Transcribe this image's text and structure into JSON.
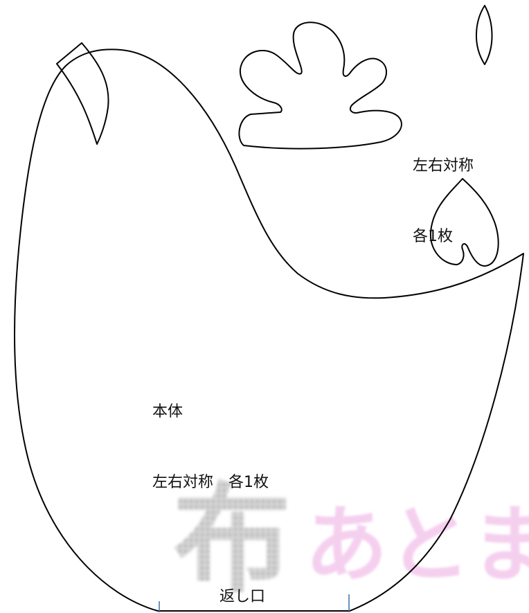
{
  "labels": {
    "parts_line1": "左右対称",
    "parts_line2": "各1枚",
    "body_line1": "本体",
    "body_line2": "左右対称　各1枚",
    "opening": "返し口"
  },
  "watermark": {
    "glyph": "布",
    "text": "あとま",
    "glyph_color": "#b8b8b8",
    "text_color": "#f4c8ec"
  },
  "colors": {
    "outline": "#000000",
    "opening_marks": "#3a6ea5"
  }
}
